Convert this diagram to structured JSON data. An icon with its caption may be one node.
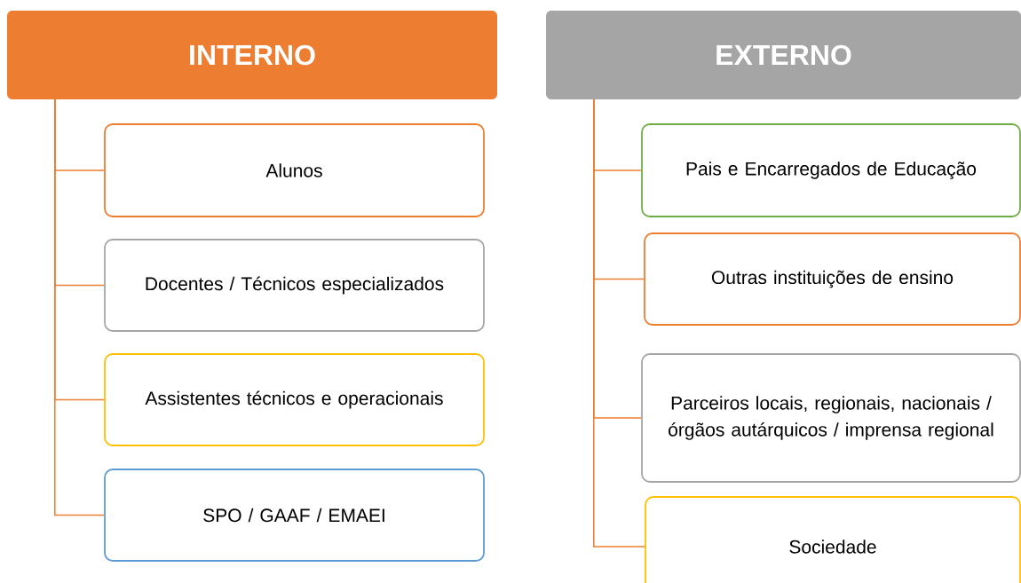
{
  "diagram": {
    "nodes": [
      {
        "text": [
          "INTERNO"
        ]
      },
      {
        "text": [
          "Alunos"
        ]
      },
      {
        "text": [
          "Docentes / Técnicos especializados"
        ]
      },
      {
        "text": [
          "Assistentes técnicos e operacionais"
        ]
      },
      {
        "text": [
          "SPO / GAAF / EMAEI"
        ]
      },
      {
        "text": [
          "EXTERNO"
        ]
      },
      {
        "text": [
          "Pais e Encarregados de Educação"
        ]
      },
      {
        "text": [
          "Outras instituições de ensino"
        ]
      },
      {
        "text": [
          "Parceiros locais, regionais, nacionais / órgãos autárquicos / imprensa regional"
        ]
      },
      {
        "text": [
          "Sociedade"
        ]
      }
    ],
    "edges": [
      {
        "from": 0,
        "to": 1,
        "arrow": "none"
      },
      {
        "from": 0,
        "to": 2,
        "arrow": "none"
      },
      {
        "from": 0,
        "to": 3,
        "arrow": "none"
      },
      {
        "from": 0,
        "to": 4,
        "arrow": "none"
      },
      {
        "from": 5,
        "to": 6,
        "arrow": "none"
      },
      {
        "from": 5,
        "to": 7,
        "arrow": "none"
      },
      {
        "from": 5,
        "to": 8,
        "arrow": "none"
      },
      {
        "from": 5,
        "to": 9,
        "arrow": "none"
      }
    ]
  }
}
